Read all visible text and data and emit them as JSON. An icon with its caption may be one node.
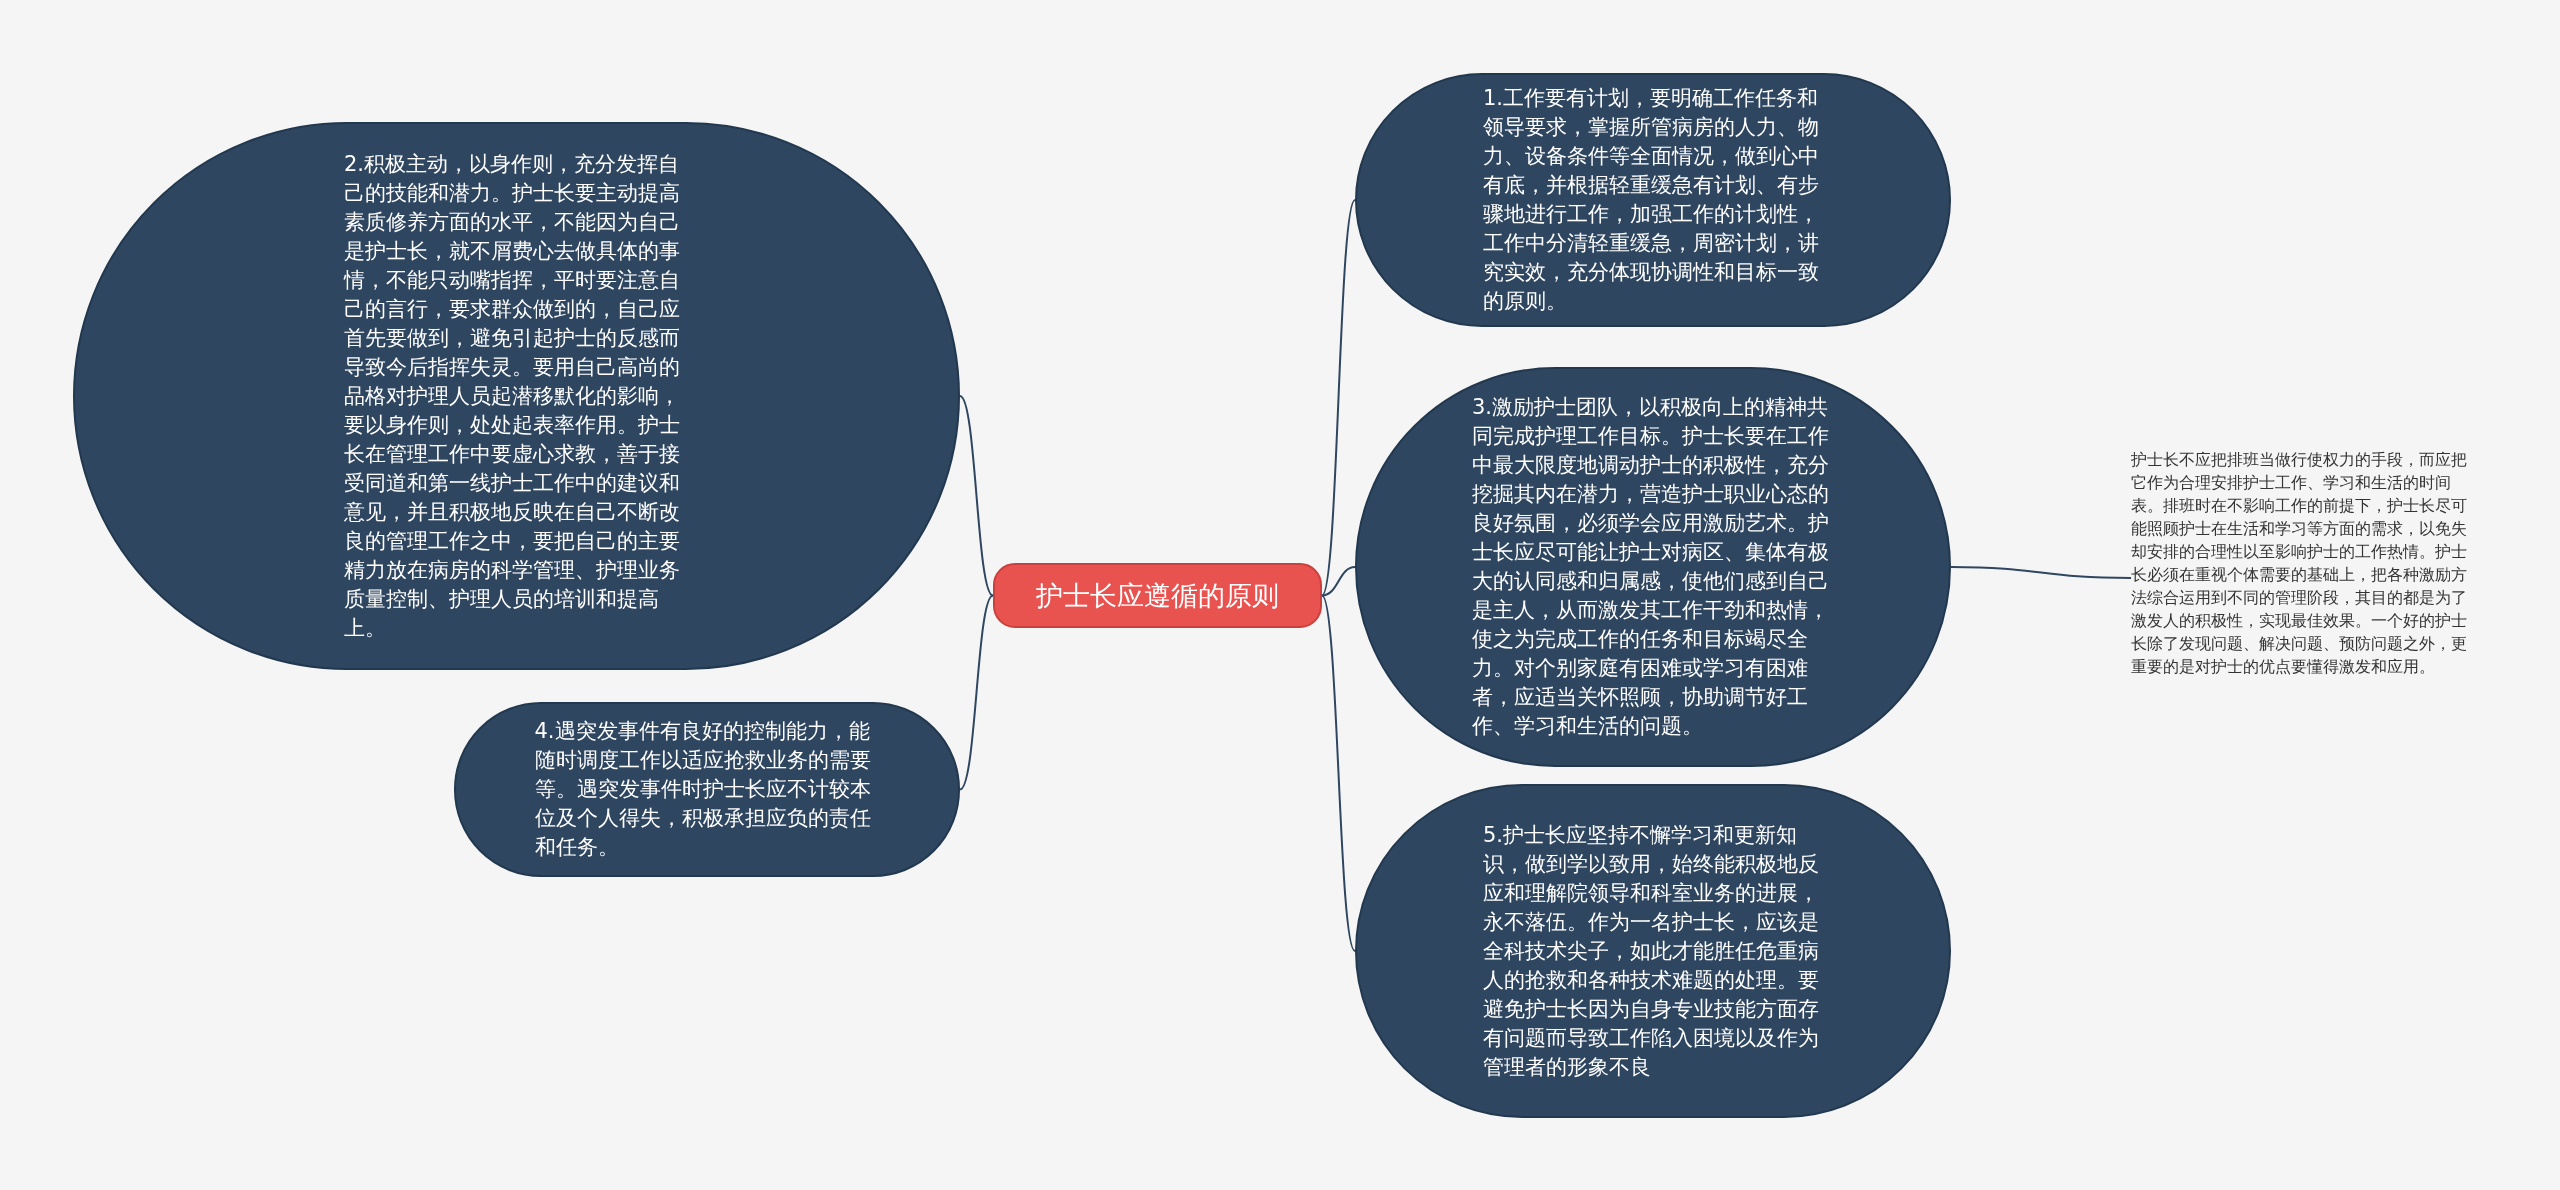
{
  "diagram": {
    "nodes": [
      {
        "text": [
          "护士长应遵循的原则"
        ]
      },
      {
        "text": [
          "1.工作要有计划，要明确工作任务和领导要求，掌握所管病房的人力、物力、设备条件等全面情况，做到心中有底，并根据轻重缓急有计划、有步骤地进行工作，加强工作的计划性，工作中分清轻重缓急，周密计划，讲究实效，充分体现协调性和目标一致的原则。"
        ]
      },
      {
        "text": [
          "2.积极主动，以身作则，充分发挥自己的技能和潜力。护士长要主动提高素质修养方面的水平，不能因为自己是护士长，就不屑费心去做具体的事情，不能只动嘴指挥，平时要注意自己的言行，要求群众做到的，自己应首先要做到，避免引起护士的反感而导致今后指挥失灵。要用自己高尚的品格对护理人员起潜移默化的影响，要以身作则，处处起表率作用。护士长在管理工作中要虚心求教，善于接受同道和第一线护士工作中的建议和意见，并且积极地反映在自己不断改良的管理工作之中，要把自己的主要精力放在病房的科学管理、护理业务质量控制、护理人员的培训和提高上。"
        ]
      },
      {
        "text": [
          "3.激励护士团队，以积极向上的精神共同完成护理工作目标。护士长要在工作中最大限度地调动护士的积极性，充分挖掘其内在潜力，营造护士职业心态的良好氛围，必须学会应用激励艺术。护士长应尽可能让护士对病区、集体有极大的认同感和归属感，使他们感到自己是主人，从而激发其工作干劲和热情，使之为完成工作的任务和目标竭尽全力。对个别家庭有困难或学习有困难者，应适当关怀照顾，协助调节好工作、学习和生活的问题。"
        ]
      },
      {
        "text": [
          "4.遇突发事件有良好的控制能力，能随时调度工作以适应抢救业务的需要等。遇突发事件时护士长应不计较本位及个人得失，积极承担应负的责任和任务。"
        ]
      },
      {
        "text": [
          "5.护士长应坚持不懈学习和更新知识，做到学以致用，始终能积极地反应和理解院领导和科室业务的进展，永不落伍。作为一名护士长，应该是全科技术尖子，如此才能胜任危重病人的抢救和各种技术难题的处理。要避免护士长因为自身专业技能方面存有问题而导致工作陷入困境以及作为管理者的形象不良"
        ]
      },
      {
        "text": [
          "护士长不应把排班当做行使权力的手段，而应把它作为合理安排护士工作、学习和生活的时间表。排班时在不影响工作的前提下，护士长尽可能照顾护士在生活和学习等方面的需求，以免失却安排的合理性以至影响护士的工作热情。护士长必须在重视个体需要的基础上，把各种激励方法综合运用到不同的管理阶段，其目的都是为了激发人的积极性，实现最佳效果。一个好的护士长除了发现问题、解决问题、预防问题之外，更重要的是对护士的优点要懂得激发和应用。"
        ]
      }
    ],
    "edges": [
      {
        "from": 0,
        "to": 1,
        "arrow": "none"
      },
      {
        "from": 0,
        "to": 2,
        "arrow": "none"
      },
      {
        "from": 0,
        "to": 3,
        "arrow": "none"
      },
      {
        "from": 0,
        "to": 4,
        "arrow": "none"
      },
      {
        "from": 0,
        "to": 5,
        "arrow": "none"
      },
      {
        "from": 3,
        "to": 6,
        "arrow": "none"
      }
    ]
  }
}
